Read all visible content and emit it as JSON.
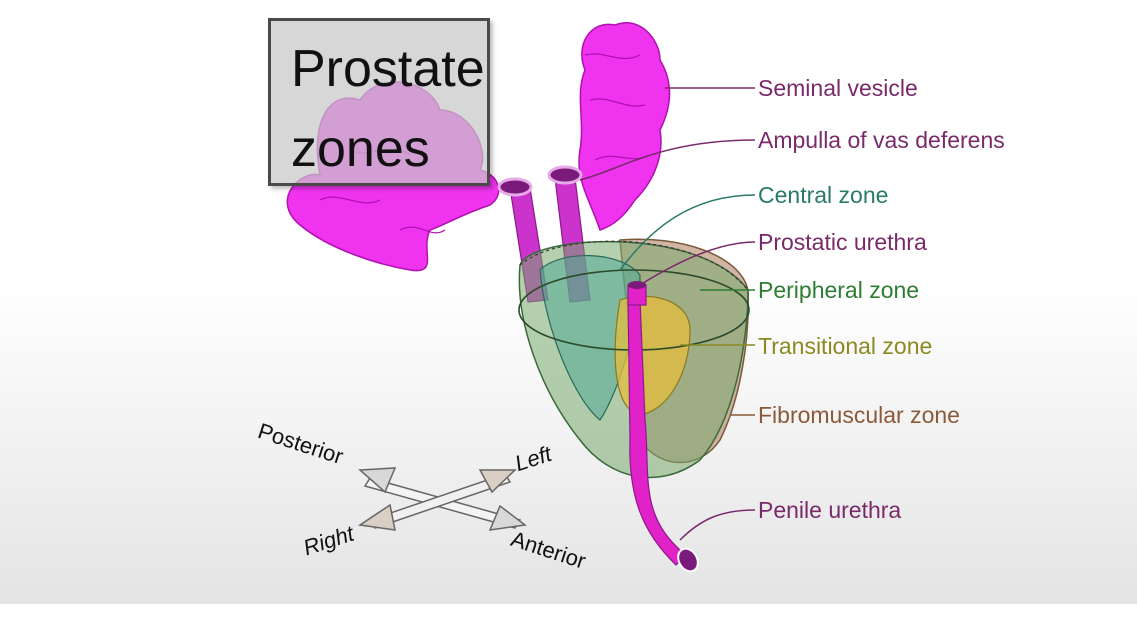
{
  "title": {
    "line1": "Prostate",
    "line2": "zones"
  },
  "labels": {
    "seminal_vesicle": "Seminal vesicle",
    "ampulla": "Ampulla of vas deferens",
    "central_zone": "Central zone",
    "prostatic_urethra": "Prostatic urethra",
    "peripheral_zone": "Peripheral zone",
    "transitional_zone": "Transitional zone",
    "fibromuscular_zone": "Fibromuscular zone",
    "penile_urethra": "Penile urethra"
  },
  "orientation": {
    "posterior": "Posterior",
    "left": "Left",
    "right": "Right",
    "anterior": "Anterior"
  },
  "colors": {
    "seminal_vesicle": "#ee22ee",
    "urethra": "#dd22cc",
    "central_zone": "#2a7a6a",
    "peripheral_zone": "#2e7d32",
    "transitional_zone": "#8a8a22",
    "fibromuscular_zone": "#8a5a3a",
    "label_default": "#7a2a6a"
  }
}
